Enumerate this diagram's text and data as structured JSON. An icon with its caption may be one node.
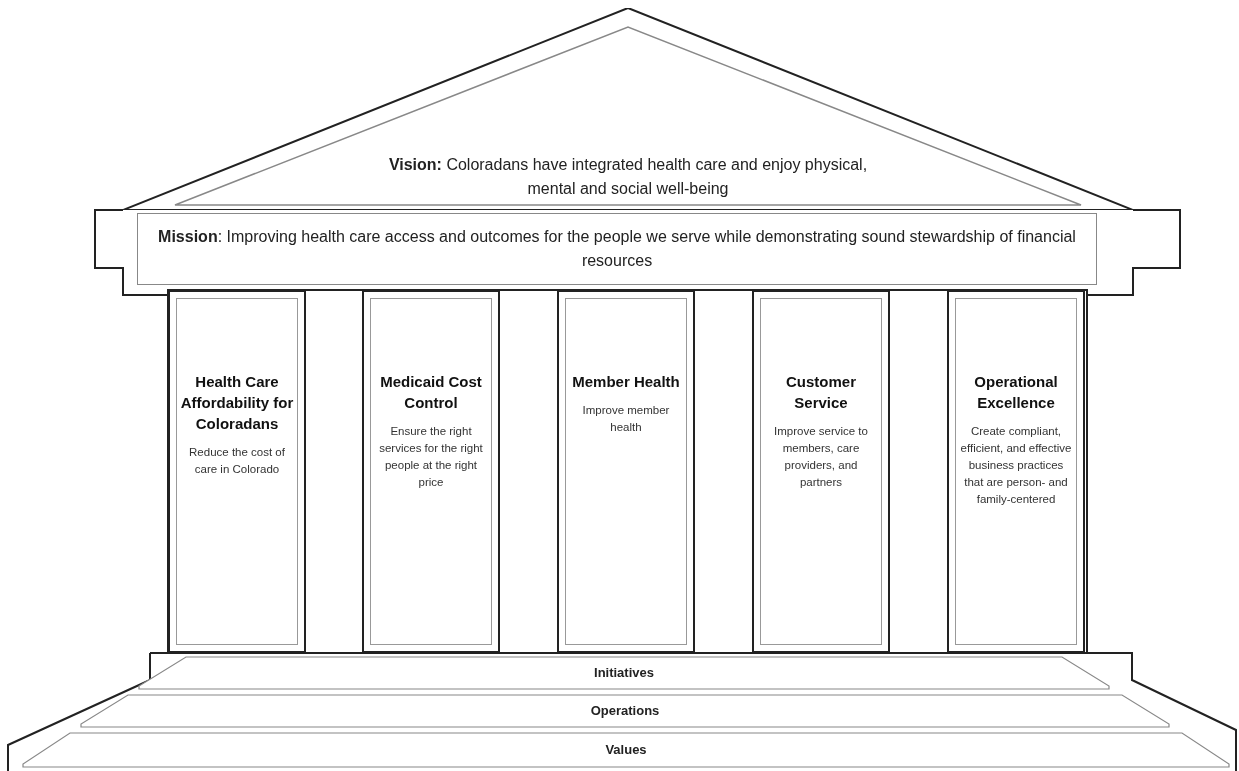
{
  "diagram": {
    "nodes": [
      {
        "text": [
          "**Vision:** Coloradans have integrated health care and enjoy physical, mental and social well-being"
        ]
      },
      {
        "text": [
          "**Mission**: Improving health care access and outcomes for the people we serve while demonstrating sound stewardship of financial resources"
        ]
      },
      {
        "text": [
          "Health Care Affordability for Coloradans",
          "Reduce the cost of care in Colorado"
        ]
      },
      {
        "text": [
          "Medicaid Cost Control",
          "Ensure the right services for the right people at the right price"
        ]
      },
      {
        "text": [
          "Member Health",
          "Improve member health"
        ]
      },
      {
        "text": [
          "Customer Service",
          "Improve service to members, care providers, and partners"
        ]
      },
      {
        "text": [
          "Operational Excellence",
          "Create compliant, efficient, and effective business practices that are person- and family-centered"
        ]
      },
      {
        "text": [
          "Initiatives"
        ]
      },
      {
        "text": [
          "Operations"
        ]
      },
      {
        "text": [
          "Values"
        ]
      }
    ]
  }
}
